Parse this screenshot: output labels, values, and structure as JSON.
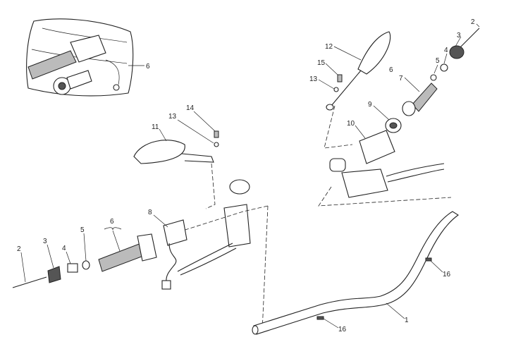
{
  "diagram": {
    "callouts": {
      "inset_6": "6",
      "right_2": "2",
      "right_3": "3",
      "right_4": "4",
      "right_5": "5",
      "right_6": "6",
      "right_7": "7",
      "right_12": "12",
      "right_15": "15",
      "right_13": "13",
      "right_9": "9",
      "right_10": "10",
      "left_14": "14",
      "left_13": "13",
      "left_11": "11",
      "left_8": "8",
      "left_6": "6",
      "left_2": "2",
      "left_3": "3",
      "left_4": "4",
      "left_5": "5",
      "bar_16a": "16",
      "bar_1": "1",
      "bar_16b": "16"
    }
  }
}
